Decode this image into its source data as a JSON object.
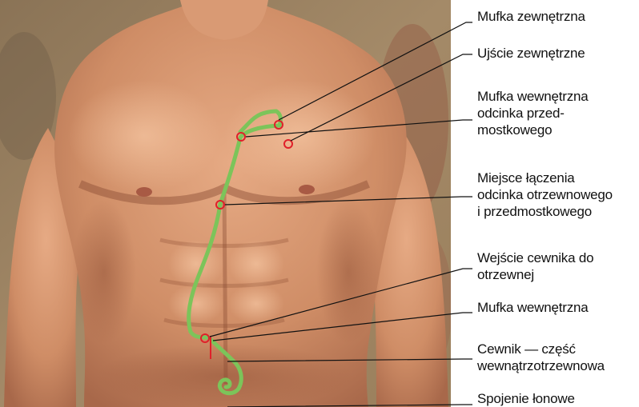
{
  "labels": {
    "outer_cuff": "Mufka zewnętrzna",
    "exit_site": "Ujście zewnętrzne",
    "inner_cuff_presternal": "Mufka wewnętrzna\nodcinka przed-\nmostkowego",
    "junction": "Miejsce łączenia\nodcinka otrzewnowego\ni przedmostkowego",
    "peritoneal_entry": "Wejście cewnika do\notrzewnej",
    "inner_cuff": "Mufka wewnętrzna",
    "intraperitoneal": "Cewnik — część\nwewnątrzotrzewnowa",
    "pubic_symphysis": "Spojenie łonowe"
  },
  "colors": {
    "catheter": "#7cc45a",
    "marker": "#e0202a",
    "leader": "#111111"
  }
}
